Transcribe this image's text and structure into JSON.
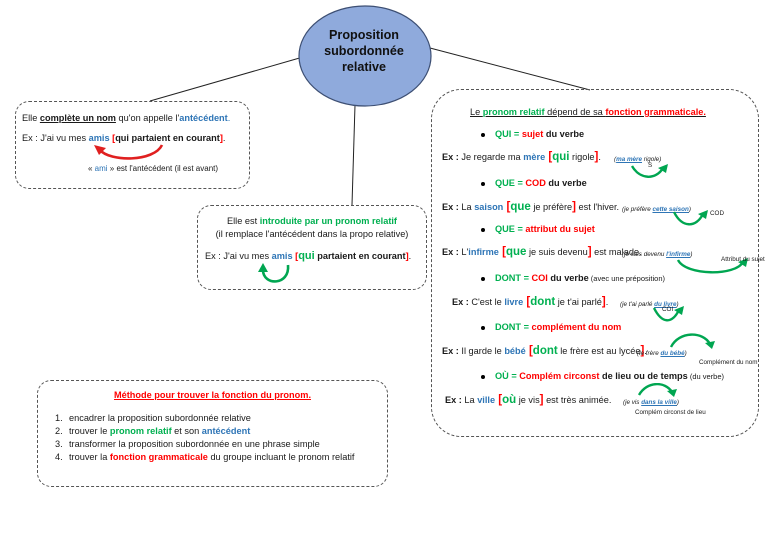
{
  "central_node": {
    "line1": "Proposition",
    "line2": "subordonnée",
    "line3": "relative",
    "fill_color": "#8faadc"
  },
  "left_box": {
    "s1_a": "Elle ",
    "s1_b": "complète un nom",
    "s1_c": " qu'on appelle l'",
    "s1_d": "antécédent",
    "s1_e": ".",
    "ex_a": "Ex : J'ai vu mes ",
    "ex_b": "amis",
    "ex_c": " [",
    "ex_d": "qui partaient en courant",
    "ex_e": "]",
    "ex_f": ".",
    "note_a": "« ",
    "note_b": "ami",
    "note_c": " » est l'antécédent (il est avant)"
  },
  "middle_box": {
    "l1_a": "Elle est ",
    "l1_b": "introduite par un pronom relatif",
    "l2": "(il remplace l'antécédent dans la propo relative)",
    "ex_a": "Ex : J'ai vu mes ",
    "ex_b": "amis",
    "ex_c": " [",
    "ex_d": "qui",
    "ex_e": " partaient en courant",
    "ex_f": "]",
    "ex_g": "."
  },
  "right_box": {
    "title_a": "Le ",
    "title_b": "pronom relatif",
    "title_c": " dépend de sa ",
    "title_d": "fonction grammaticale.",
    "rules": [
      {
        "pronoun": "QUI",
        "eq": " = ",
        "func_red": "sujet",
        "func_rest": " du verbe",
        "extra": "",
        "ex_label": "Ex :",
        "ex_pre": " Je regarde ma ",
        "ex_ant": "mère",
        "ex_open": " [",
        "ex_pron": "qui",
        "ex_rest": " rigole",
        "ex_close": "]",
        "ex_end": ".",
        "aside_pre": "(",
        "aside_u": "ma mère",
        "aside_post": " rigole)",
        "arrow_label": "S"
      },
      {
        "pronoun": "QUE",
        "eq": " = ",
        "func_red": "COD",
        "func_rest": " du verbe",
        "extra": "",
        "ex_label": "Ex :",
        "ex_pre": " La ",
        "ex_ant": "saison",
        "ex_open": " [",
        "ex_pron": "que",
        "ex_rest": " je préfère",
        "ex_close": "]",
        "ex_end": " est l'hiver.",
        "aside_pre": "(je préfère ",
        "aside_u": "cette saison",
        "aside_post": ")",
        "arrow_label": "COD"
      },
      {
        "pronoun": "QUE",
        "eq": " = ",
        "func_red": "attribut du sujet",
        "func_rest": "",
        "extra": "",
        "ex_label": "Ex :",
        "ex_pre": " L'",
        "ex_ant": "infirme",
        "ex_open": " [",
        "ex_pron": "que",
        "ex_rest": " je suis devenu",
        "ex_close": "]",
        "ex_end": " est malade.",
        "aside_pre": "(je suis devenu ",
        "aside_u": "l'infirme",
        "aside_post": ")",
        "arrow_label": "Attribut du sujet"
      },
      {
        "pronoun": "DONT",
        "eq": " = ",
        "func_red": "COI",
        "func_rest": " du verbe",
        "extra": " (avec une préposition)",
        "ex_label": "Ex :",
        "ex_pre": " C'est le ",
        "ex_ant": "livre",
        "ex_open": " [",
        "ex_pron": "dont",
        "ex_rest": " je t'ai parlé",
        "ex_close": "]",
        "ex_end": ".",
        "aside_pre": "(je t'ai parlé ",
        "aside_u": "du livre",
        "aside_post": ")",
        "arrow_label": "COI"
      },
      {
        "pronoun": "DONT",
        "eq": " = ",
        "func_red": "complément du nom",
        "func_rest": "",
        "extra": "",
        "ex_label": "Ex :",
        "ex_pre": " Il garde le ",
        "ex_ant": "bébé",
        "ex_open": " [",
        "ex_pron": "dont",
        "ex_rest": " le frère est au lycée",
        "ex_close": "]",
        "ex_end": ".",
        "aside_pre": "(le frère ",
        "aside_u": "du bébé",
        "aside_post": ")",
        "arrow_label": "Complément du nom"
      },
      {
        "pronoun": "OÙ",
        "eq": " = ",
        "func_red": "Complém circonst",
        "func_rest": " de lieu ou de temps",
        "extra": " (du verbe)",
        "ex_label": "Ex :",
        "ex_pre": " La ",
        "ex_ant": "ville",
        "ex_open": " [",
        "ex_pron": "où",
        "ex_rest": " je vis",
        "ex_close": "]",
        "ex_end": " est très animée.",
        "aside_pre": "(je vis ",
        "aside_u": "dans la ville",
        "aside_post": ")",
        "arrow_label": "Complém circonst de lieu"
      }
    ]
  },
  "method_box": {
    "title": "Méthode pour trouver la fonction du pronom.",
    "steps": [
      {
        "num": "1.",
        "a": "encadrer la proposition subordonnée relative",
        "b": "",
        "c": "",
        "d": "",
        "e": ""
      },
      {
        "num": "2.",
        "a": "trouver le ",
        "b": "pronom relatif",
        "c": " et son ",
        "d": "antécédent",
        "e": ""
      },
      {
        "num": "3.",
        "a": "transformer la proposition subordonnée en une phrase simple",
        "b": "",
        "c": "",
        "d": "",
        "e": ""
      },
      {
        "num": "4.",
        "a": "trouver la ",
        "b": "fonction grammaticale",
        "c": " du groupe incluant le pronom relatif",
        "d": "",
        "e": ""
      }
    ]
  },
  "colors": {
    "antecedent_blue": "#2e75b6",
    "pronoun_green": "#00b050",
    "function_red": "#ff0000",
    "arrow_green": "#00a651",
    "arrow_red": "#e02020"
  }
}
